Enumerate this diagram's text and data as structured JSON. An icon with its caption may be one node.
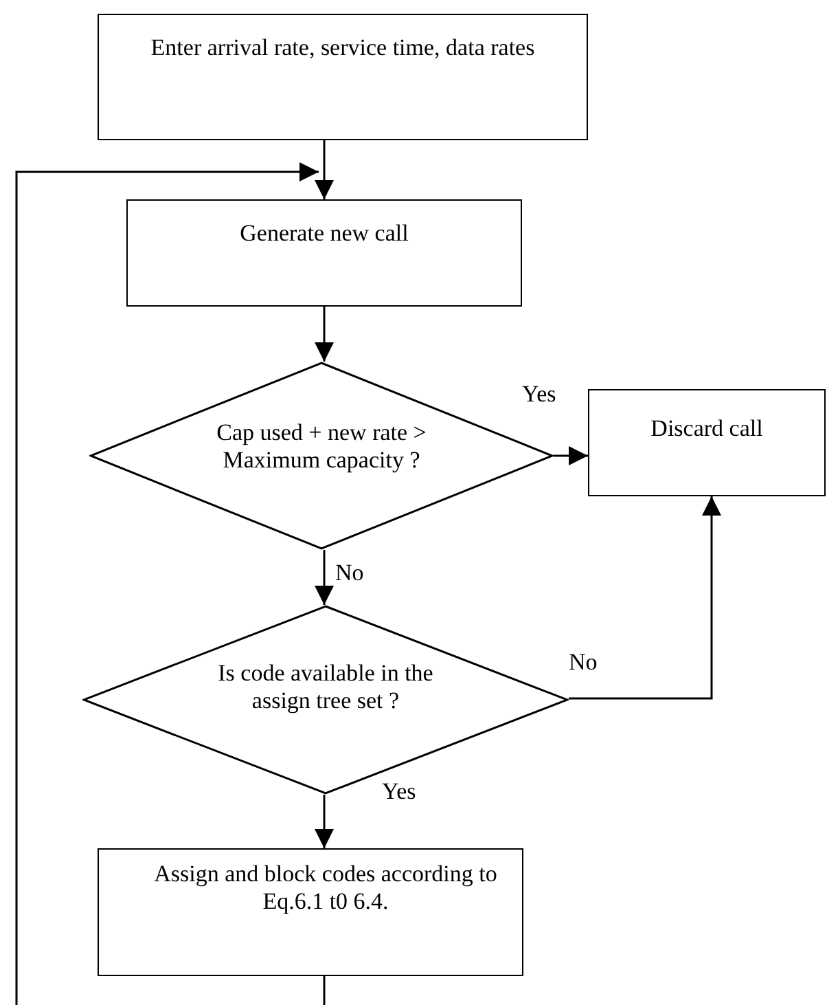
{
  "diagram": {
    "nodes": [
      {
        "text": [
          "Enter arrival rate, service time, data rates"
        ]
      },
      {
        "text": [
          "Generate new call"
        ]
      },
      {
        "text": [
          "Cap used + new rate > Maximum capacity ?"
        ]
      },
      {
        "text": [
          "Discard call"
        ]
      },
      {
        "text": [
          "Is code available in the assign tree set ?"
        ]
      },
      {
        "text": [
          "Assign and block codes according to Eq.6.1 t0 6.4."
        ]
      }
    ],
    "edges": [
      {
        "from": 0,
        "to": 1,
        "arrow": "to"
      },
      {
        "from": null,
        "to": 1,
        "arrow": "to"
      },
      {
        "from": 1,
        "to": 2,
        "arrow": "to"
      },
      {
        "from": 2,
        "to": 3,
        "arrow": "to",
        "label": "Yes"
      },
      {
        "from": 2,
        "to": 4,
        "arrow": "to",
        "label": "No"
      },
      {
        "from": 4,
        "to": 3,
        "arrow": "to",
        "label": "No"
      },
      {
        "from": 4,
        "to": 5,
        "arrow": "to",
        "label": "Yes"
      },
      {
        "from": 5,
        "to": null,
        "arrow": "none"
      }
    ]
  }
}
